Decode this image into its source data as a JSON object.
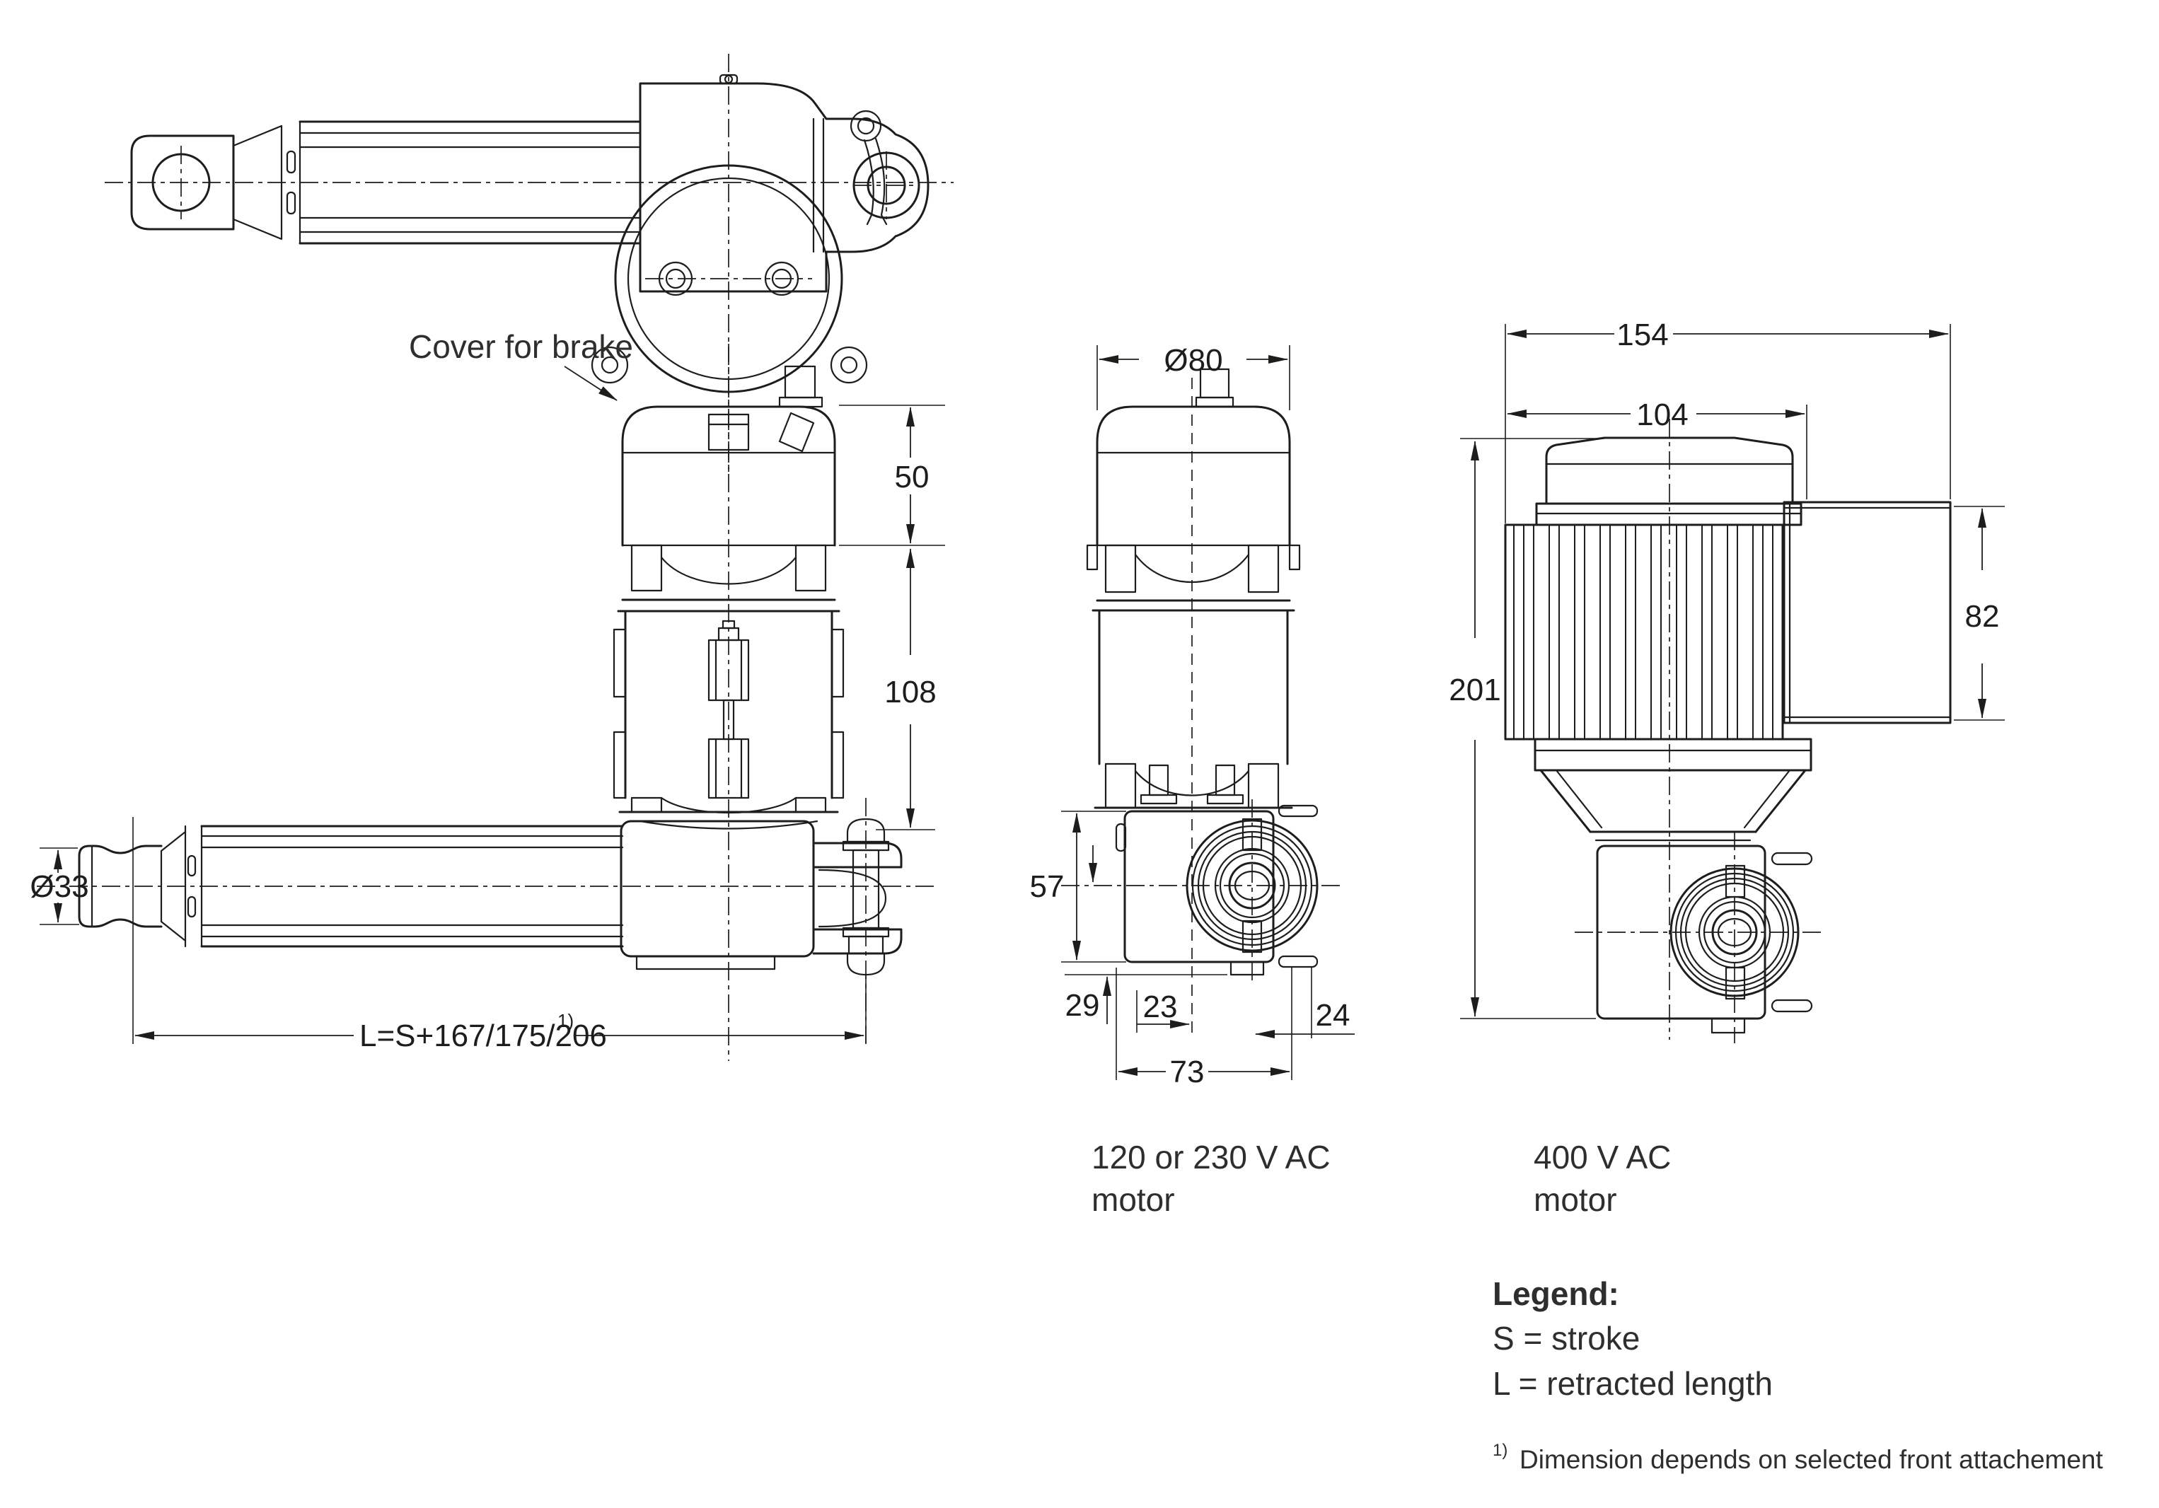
{
  "colors": {
    "line": "#1d1d1b",
    "text": "#1d1d1b",
    "legend_text": "#2e2e2d",
    "background": "#ffffff"
  },
  "views": {
    "top_view": {
      "description": "actuator seen from above"
    },
    "side_view": {
      "label_cover": "Cover for brake",
      "dim_cover_height": "50",
      "dim_motor_height": "108",
      "dim_rod_diameter": "Ø33",
      "dim_retracted_length": "L=S+167/175/206",
      "dim_retracted_length_sup": "1)"
    },
    "front_view_single_phase": {
      "dim_motor_diameter": "Ø80",
      "dim_housing_height": "57",
      "dim_below_housing": "29",
      "dim_left_to_center": "23",
      "dim_center_to_edge": "24",
      "dim_housing_width": "73",
      "caption_line1": "120 or 230 V AC",
      "caption_line2": "motor"
    },
    "side_view_three_phase": {
      "dim_overall_width": "154",
      "dim_motor_body_width": "104",
      "dim_overall_height": "201",
      "dim_terminal_box_height": "82",
      "caption_line1": "400 V AC",
      "caption_line2": "motor"
    }
  },
  "legend": {
    "title": "Legend:",
    "items": [
      "S = stroke",
      "L = retracted length"
    ]
  },
  "footnote": {
    "sup": "1)",
    "text": "Dimension depends on selected front attachement"
  }
}
